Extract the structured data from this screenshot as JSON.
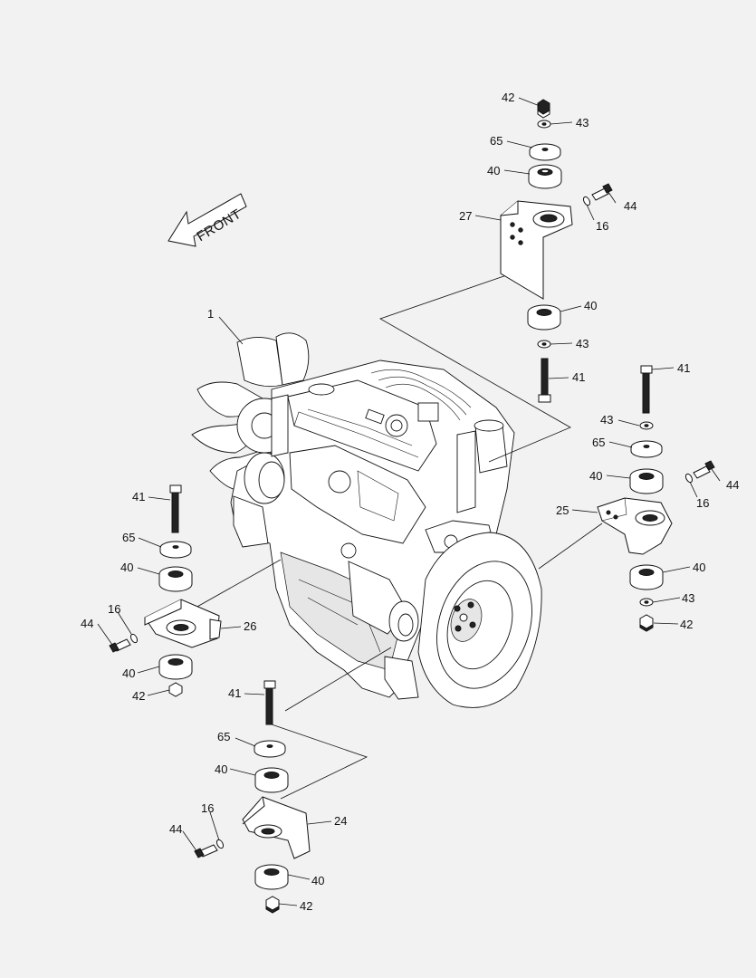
{
  "front_arrow": {
    "text": "FRONT"
  },
  "labels": {
    "l1": "1",
    "r42a": "42",
    "r43a": "43",
    "r65a": "65",
    "r40a": "40",
    "r44a": "44",
    "r16a": "16",
    "r27": "27",
    "r40b": "40",
    "r43b": "43",
    "r41a": "41",
    "m41": "41",
    "m43a": "43",
    "m65": "65",
    "m40a": "40",
    "m44": "44",
    "m16": "16",
    "m25": "25",
    "m40b": "40",
    "m43b": "43",
    "m42": "42",
    "a41": "41",
    "a65": "65",
    "a40a": "40",
    "a16": "16",
    "a44": "44",
    "a26": "26",
    "a40b": "40",
    "a42": "42",
    "b41": "41",
    "b65": "65",
    "b40a": "40",
    "b16": "16",
    "b44": "44",
    "b24": "24",
    "b40b": "40",
    "b42": "42"
  }
}
